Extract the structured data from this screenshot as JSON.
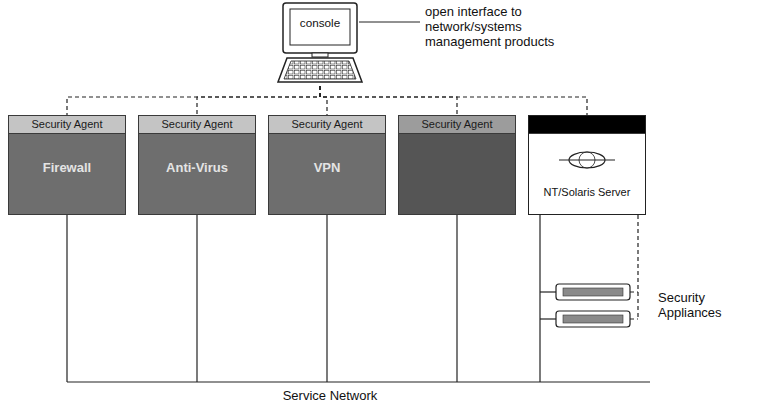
{
  "diagram": {
    "nodes": [
      {
        "text": [
          "console"
        ]
      },
      {
        "text": [
          "Security Agent",
          "Firewall"
        ]
      },
      {
        "text": [
          "Security Agent",
          "Anti-Virus"
        ]
      },
      {
        "text": [
          "Security Agent",
          "VPN"
        ]
      },
      {
        "text": [
          "Security Agent"
        ]
      },
      {
        "text": [
          "NT/Solaris Server"
        ]
      }
    ],
    "edges": [
      {
        "from": 0,
        "to": 1,
        "arrow": "none"
      },
      {
        "from": 0,
        "to": 2,
        "arrow": "none"
      },
      {
        "from": 0,
        "to": 3,
        "arrow": "none"
      },
      {
        "from": 0,
        "to": 4,
        "arrow": "none"
      },
      {
        "from": 0,
        "to": 5,
        "arrow": "none"
      }
    ],
    "labels": [
      "open interface to network/systems management products",
      "Service Network",
      "Security Appliances"
    ]
  }
}
